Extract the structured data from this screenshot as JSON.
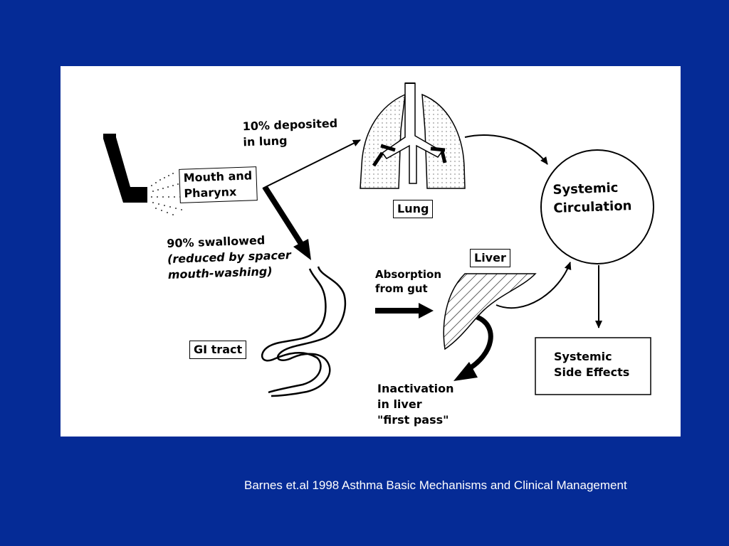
{
  "slide": {
    "background_color": "#052b96",
    "panel_color": "#ffffff"
  },
  "diagram": {
    "lung_deposit": [
      "10% deposited",
      "in lung"
    ],
    "mouth_pharynx": [
      "Mouth and",
      "Pharynx"
    ],
    "lung": "Lung",
    "systemic_circulation": [
      "Systemic",
      "Circulation"
    ],
    "swallowed": [
      "90% swallowed",
      "(reduced by spacer",
      "mouth-washing)"
    ],
    "liver": "Liver",
    "absorption": [
      "Absorption",
      "from gut"
    ],
    "gi_tract": "GI tract",
    "side_effects": [
      "Systemic",
      "Side Effects"
    ],
    "inactivation": [
      "Inactivation",
      "in liver",
      "\"first pass\""
    ]
  },
  "citation": "Barnes et.al 1998 Asthma Basic Mechanisms and Clinical Management"
}
